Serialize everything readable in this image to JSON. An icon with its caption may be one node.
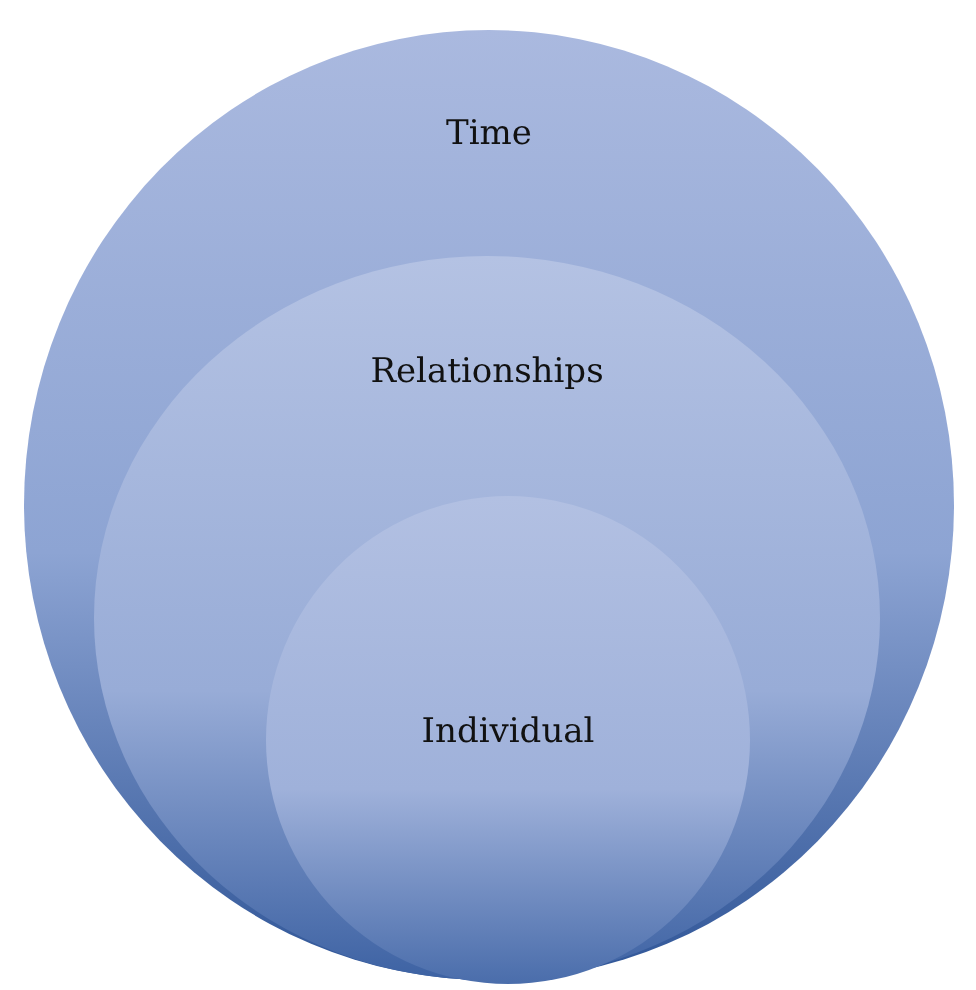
{
  "diagram": {
    "nodes": [
      {
        "text": [
          "Time"
        ]
      },
      {
        "text": [
          "Relationships"
        ],
        "in": 0
      },
      {
        "text": [
          "Individual"
        ],
        "in": 1
      }
    ]
  }
}
